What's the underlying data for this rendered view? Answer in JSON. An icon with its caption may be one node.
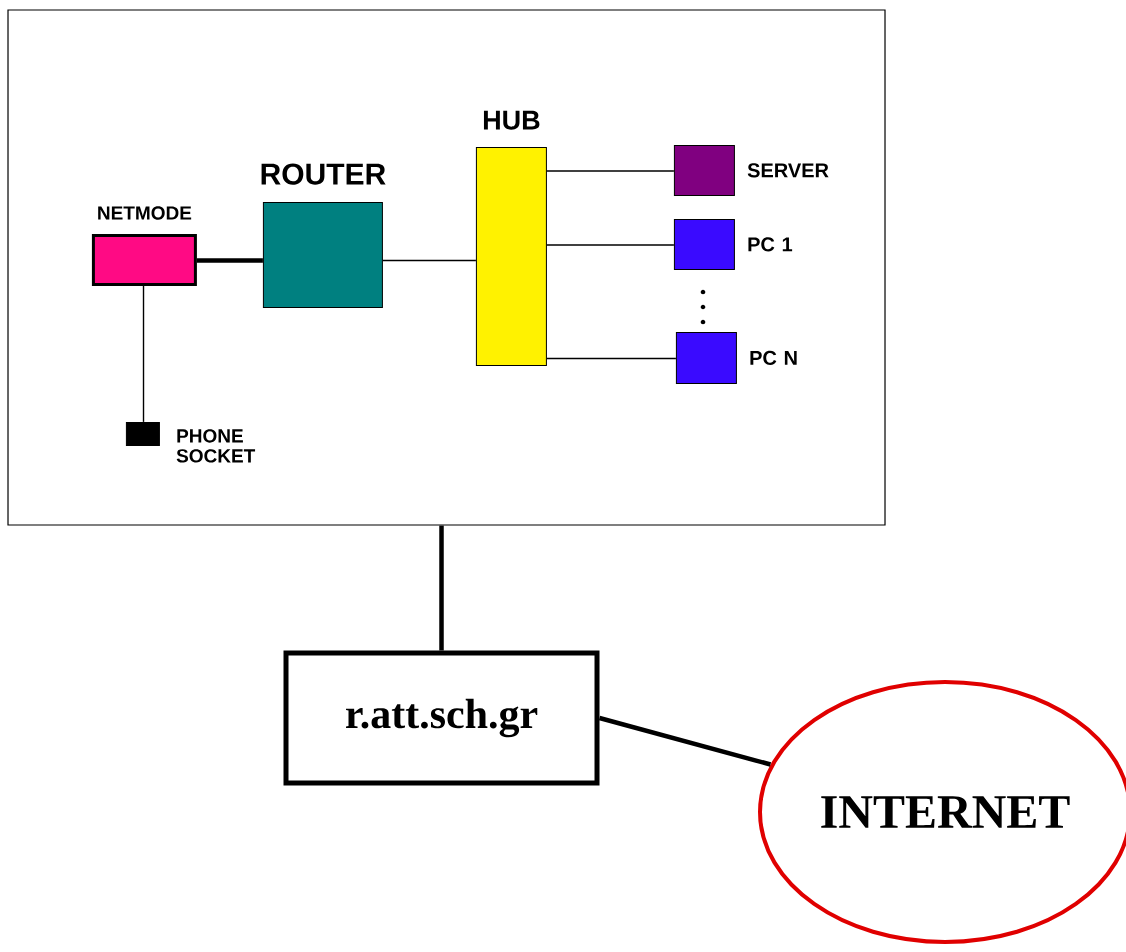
{
  "diagram": {
    "nodes": [
      {
        "text": [],
        "shape": "box"
      },
      {
        "text": [
          "NETMODE"
        ],
        "in": 0
      },
      {
        "text": [
          "ROUTER"
        ],
        "in": 0
      },
      {
        "text": [
          "HUB"
        ],
        "in": 0
      },
      {
        "text": [
          "SERVER"
        ],
        "in": 0
      },
      {
        "text": [
          "PC 1"
        ],
        "in": 0
      },
      {
        "text": [
          "PC N"
        ],
        "in": 0
      },
      {
        "text": [
          "PHONE SOCKET"
        ],
        "in": 0
      },
      {
        "text": [
          "r.att.sch.gr"
        ]
      },
      {
        "text": [
          "INTERNET"
        ]
      }
    ],
    "edges": [
      {
        "from": 1,
        "to": 2,
        "arrow": "none",
        "style": "thick"
      },
      {
        "from": 2,
        "to": 3,
        "arrow": "none"
      },
      {
        "from": 3,
        "to": 4,
        "arrow": "none"
      },
      {
        "from": 3,
        "to": 5,
        "arrow": "none"
      },
      {
        "from": 3,
        "to": 6,
        "arrow": "none"
      },
      {
        "from": 1,
        "to": 7,
        "arrow": "none"
      },
      {
        "from": 0,
        "to": 8,
        "arrow": "none",
        "style": "thick"
      },
      {
        "from": 8,
        "to": 9,
        "arrow": "none",
        "style": "thick"
      }
    ]
  }
}
